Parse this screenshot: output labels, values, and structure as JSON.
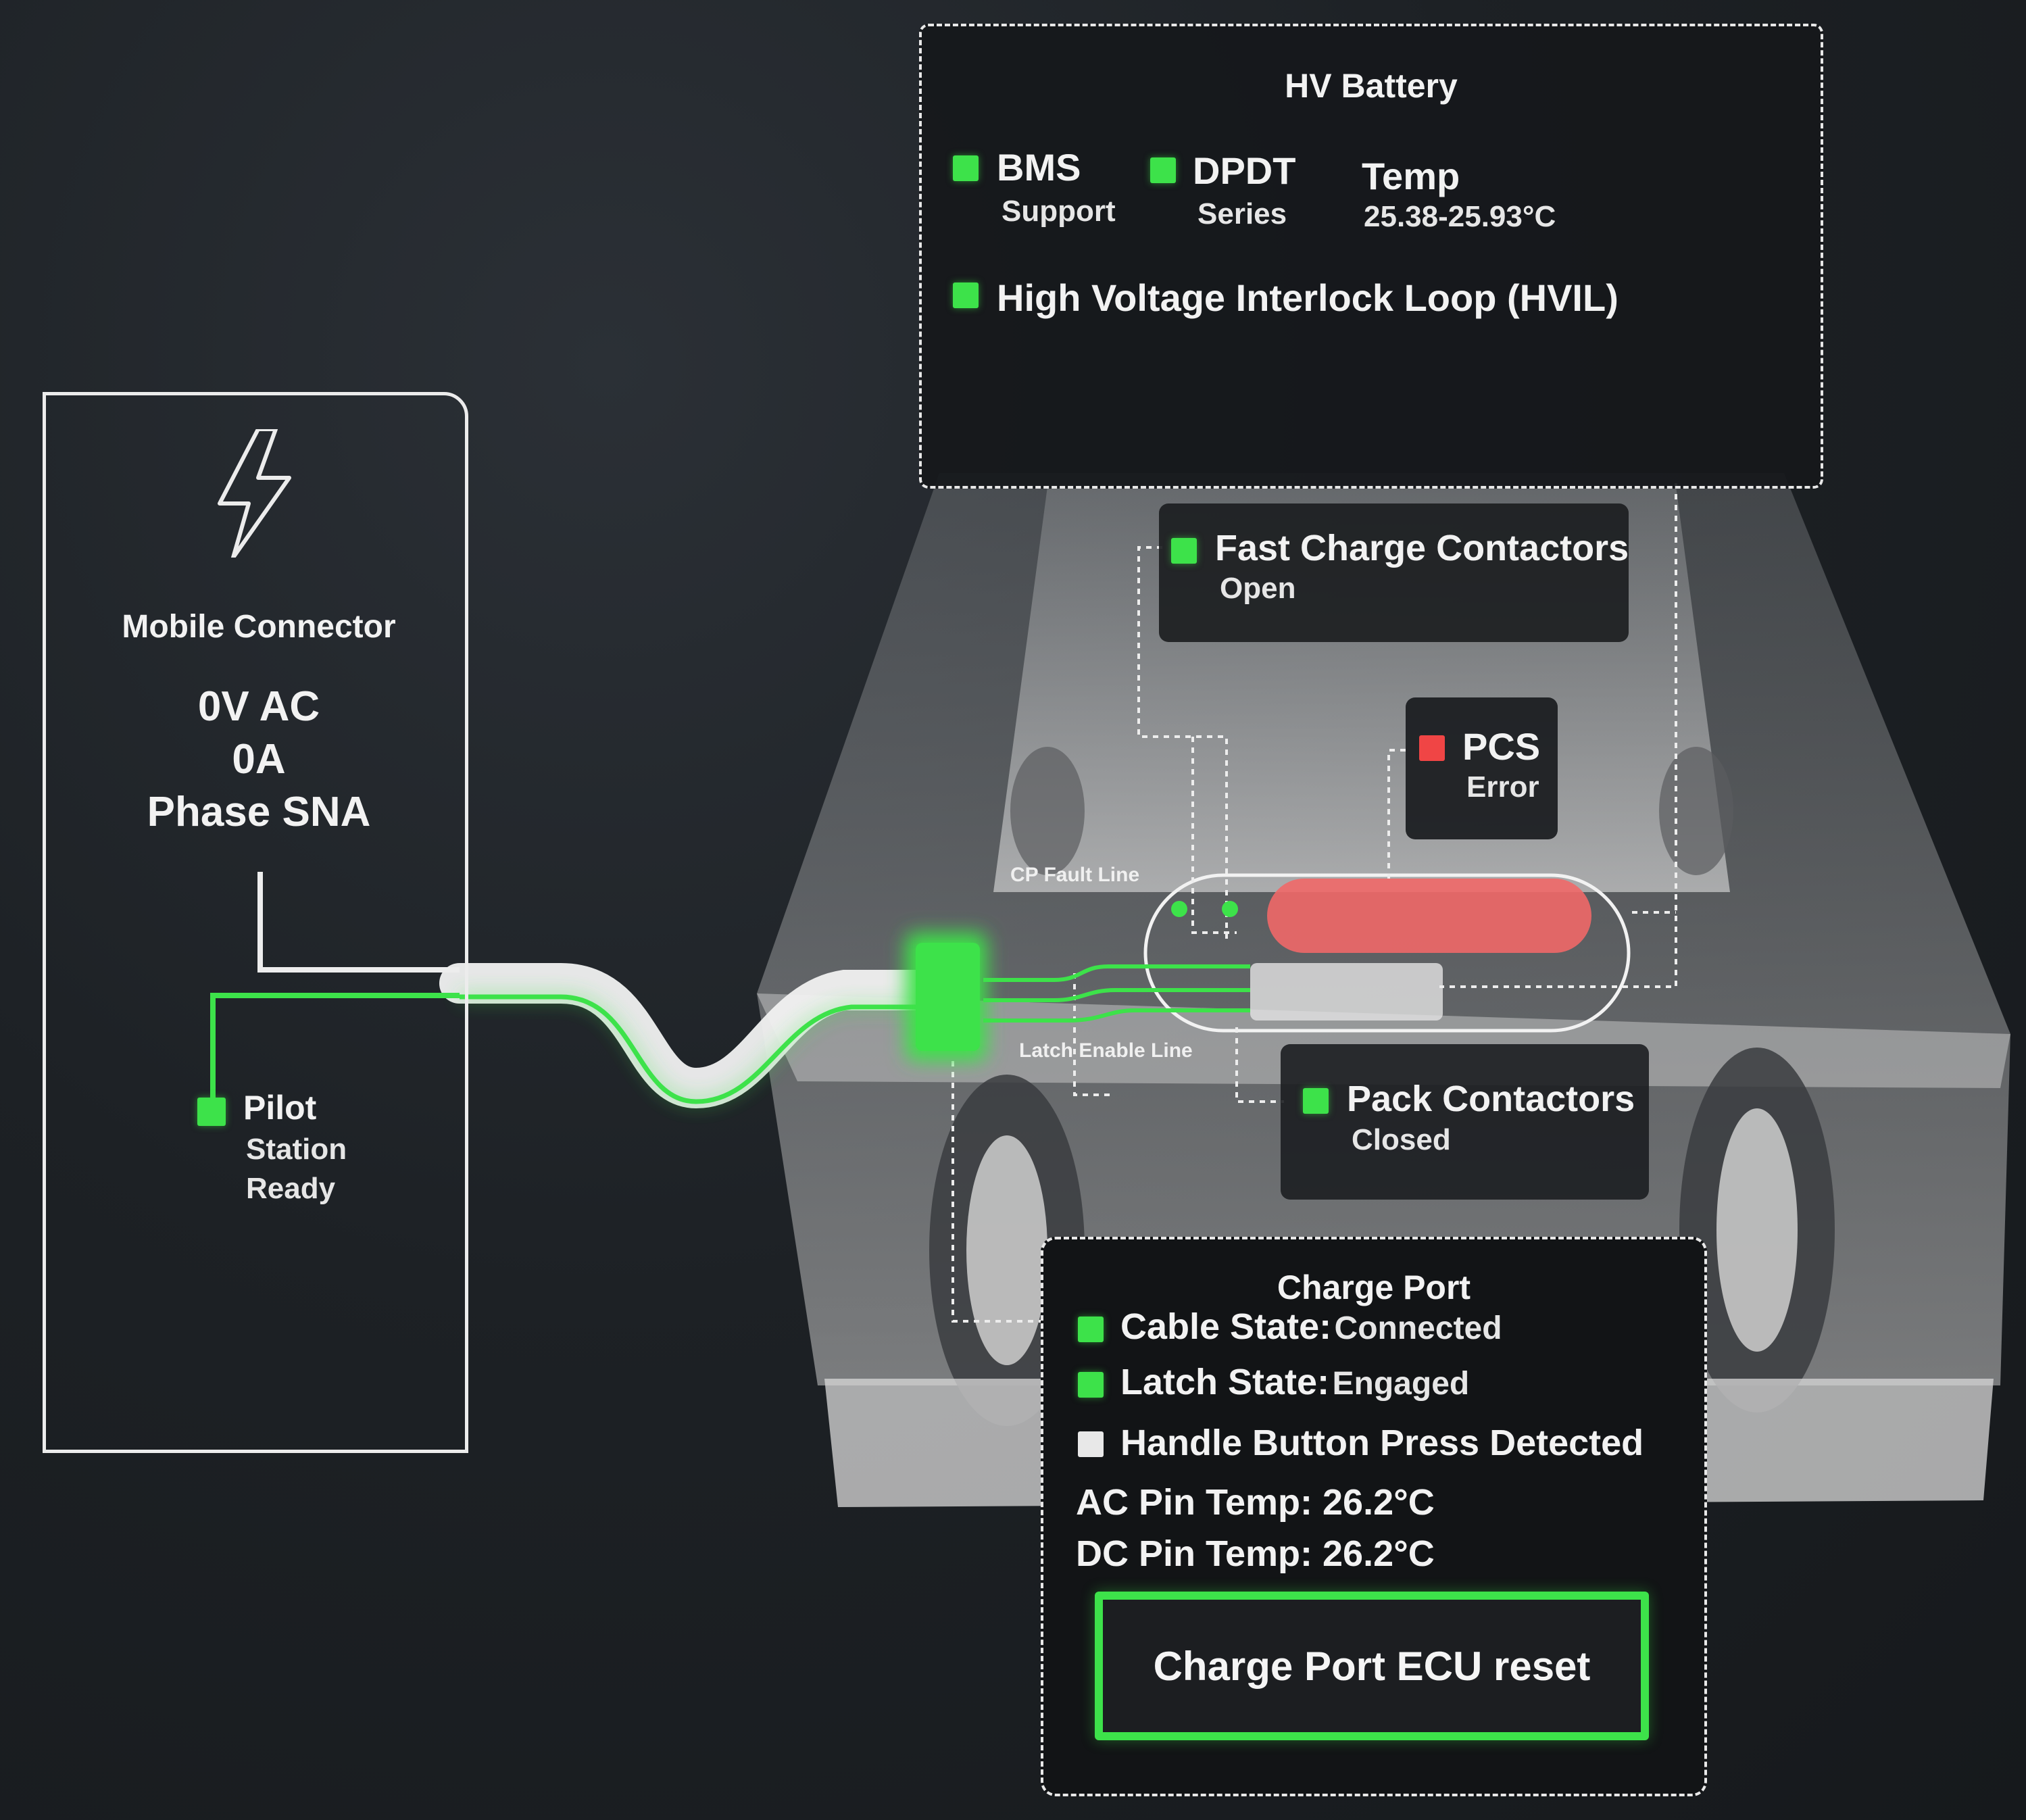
{
  "hv_battery": {
    "title": "HV Battery",
    "bms": {
      "label": "BMS",
      "status": "Support",
      "color": "#3de24a"
    },
    "dpdt": {
      "label": "DPDT",
      "status": "Series",
      "color": "#3de24a"
    },
    "temp": {
      "label": "Temp",
      "value": "25.38-25.93°C"
    },
    "hvil": {
      "label": "High Voltage Interlock Loop (HVIL)",
      "color": "#3de24a"
    }
  },
  "fast_charge": {
    "label": "Fast Charge Contactors",
    "status": "Open",
    "color": "#3de24a"
  },
  "pcs": {
    "label": "PCS",
    "status": "Error",
    "color": "#f04545"
  },
  "lines": {
    "cp_fault": "CP Fault Line",
    "latch_enable": "Latch Enable Line"
  },
  "pack_contactors": {
    "label": "Pack Contactors",
    "status": "Closed",
    "color": "#3de24a"
  },
  "mobile_connector": {
    "icon": "lightning-bolt-icon",
    "title": "Mobile Connector",
    "voltage": "0V AC",
    "current": "0A",
    "phase": "Phase SNA",
    "pilot": {
      "label": "Pilot",
      "status_line1": "Station",
      "status_line2": "Ready",
      "color": "#3de24a"
    }
  },
  "charge_port": {
    "title": "Charge Port",
    "cable_state": {
      "label": "Cable State:",
      "value": "Connected",
      "color": "#3de24a"
    },
    "latch_state": {
      "label": "Latch State:",
      "value": "Engaged",
      "color": "#3de24a"
    },
    "handle_button": {
      "label": "Handle Button Press Detected",
      "color": "#e8e8e8"
    },
    "ac_pin_temp": "AC Pin Temp: 26.2°C",
    "dc_pin_temp": "DC Pin Temp: 26.2°C",
    "reset_button": "Charge Port ECU reset"
  },
  "colors": {
    "ok": "#3de24a",
    "error": "#f04545",
    "neutral": "#e8e8e8"
  }
}
